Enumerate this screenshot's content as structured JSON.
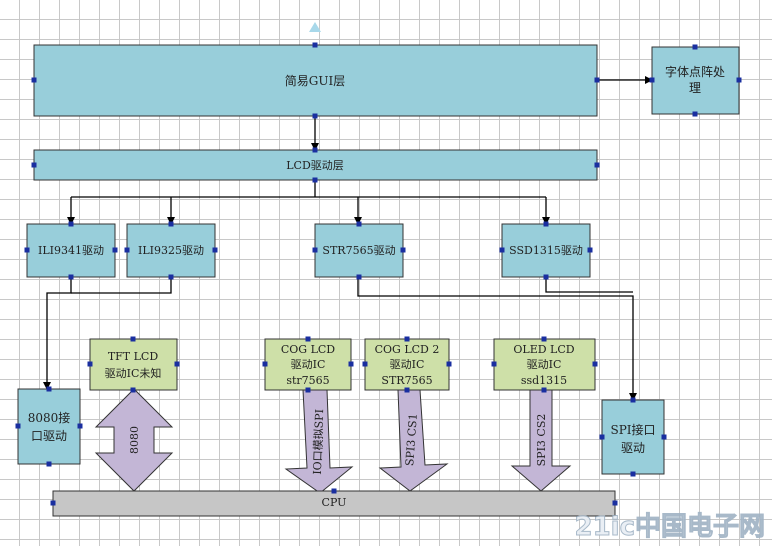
{
  "colors": {
    "blue_fill": "#98ceda",
    "green_fill": "#cee0a8",
    "purple_fill": "#c3b6d6",
    "gray_fill": "#c6c6c6",
    "stroke": "#333333"
  },
  "boxes": {
    "gui_layer": "简易GUI层",
    "font_dot_matrix": [
      "字体点阵处",
      "理"
    ],
    "lcd_driver_layer": "LCD驱动层",
    "ili9341_driver": "ILI9341驱动",
    "ili9325_driver": "ILI9325驱动",
    "str7565_driver": "STR7565驱动",
    "ssd1315_driver": "SSD1315驱动",
    "tft_lcd": [
      "TFT LCD",
      "驱动IC未知"
    ],
    "cog_lcd": [
      "COG LCD",
      "驱动IC",
      "str7565"
    ],
    "cog_lcd_2": [
      "COG LCD 2",
      "驱动IC",
      "STR7565"
    ],
    "oled_lcd": [
      "OLED LCD",
      "驱动IC",
      "ssd1315"
    ],
    "if_8080": [
      "8080接",
      "口驱动"
    ],
    "spi_if": [
      "SPI接口",
      "驱动"
    ],
    "cpu": "CPU"
  },
  "arrows": {
    "bus_8080": "8080",
    "io_sim_spi": "IO口模拟SPI",
    "spi3_cs1": "SPI3 CS1",
    "spi3_cs2": "SPI3 CS2"
  },
  "watermark": "21ic中国电子网"
}
